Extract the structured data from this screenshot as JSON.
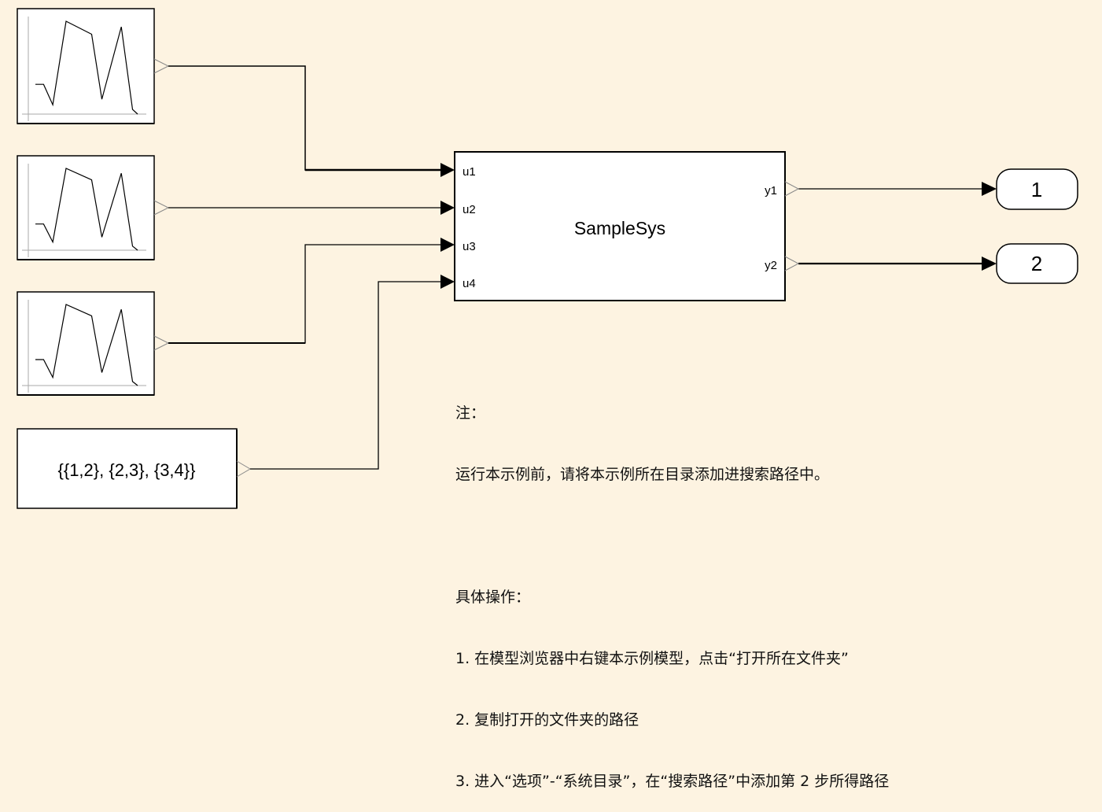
{
  "diagram": {
    "background": "#FDF3E1",
    "signal_sources": [
      {
        "id": "src1",
        "type": "signal-generator",
        "waveform": [
          [
            0,
            0.32
          ],
          [
            0.08,
            0.32
          ],
          [
            0.17,
            0.1
          ],
          [
            0.3,
            1.0
          ],
          [
            0.55,
            0.86
          ],
          [
            0.65,
            0.16
          ],
          [
            0.84,
            0.94
          ],
          [
            0.95,
            0.05
          ],
          [
            1.0,
            0.0
          ]
        ]
      },
      {
        "id": "src2",
        "type": "signal-generator",
        "waveform": [
          [
            0,
            0.32
          ],
          [
            0.08,
            0.32
          ],
          [
            0.17,
            0.1
          ],
          [
            0.3,
            1.0
          ],
          [
            0.55,
            0.86
          ],
          [
            0.65,
            0.16
          ],
          [
            0.84,
            0.94
          ],
          [
            0.95,
            0.05
          ],
          [
            1.0,
            0.0
          ]
        ]
      },
      {
        "id": "src3",
        "type": "signal-generator",
        "waveform": [
          [
            0,
            0.32
          ],
          [
            0.08,
            0.32
          ],
          [
            0.17,
            0.1
          ],
          [
            0.3,
            1.0
          ],
          [
            0.55,
            0.86
          ],
          [
            0.65,
            0.16
          ],
          [
            0.84,
            0.94
          ],
          [
            0.95,
            0.05
          ],
          [
            1.0,
            0.0
          ]
        ]
      }
    ],
    "constant_block": {
      "label": "{{1,2}, {2,3}, {3,4}}"
    },
    "subsystem": {
      "name": "SampleSys",
      "inputs": [
        "u1",
        "u2",
        "u3",
        "u4"
      ],
      "outputs": [
        "y1",
        "y2"
      ]
    },
    "outports": [
      {
        "label": "1"
      },
      {
        "label": "2"
      }
    ],
    "connections": [
      {
        "from": "src1",
        "to": "SampleSys.u1"
      },
      {
        "from": "src2",
        "to": "SampleSys.u2"
      },
      {
        "from": "src3",
        "to": "SampleSys.u3"
      },
      {
        "from": "constant",
        "to": "SampleSys.u4"
      },
      {
        "from": "SampleSys.y1",
        "to": "outport1"
      },
      {
        "from": "SampleSys.y2",
        "to": "outport2"
      }
    ]
  },
  "note": {
    "lines": [
      "注：",
      "运行本示例前，请将本示例所在目录添加进搜索路径中。",
      "",
      "具体操作：",
      "1. 在模型浏览器中右键本示例模型，点击“打开所在文件夹”",
      "2. 复制打开的文件夹的路径",
      "3. 进入“选项”-“系统目录”，在“搜索路径”中添加第 2 步所得路径"
    ]
  }
}
